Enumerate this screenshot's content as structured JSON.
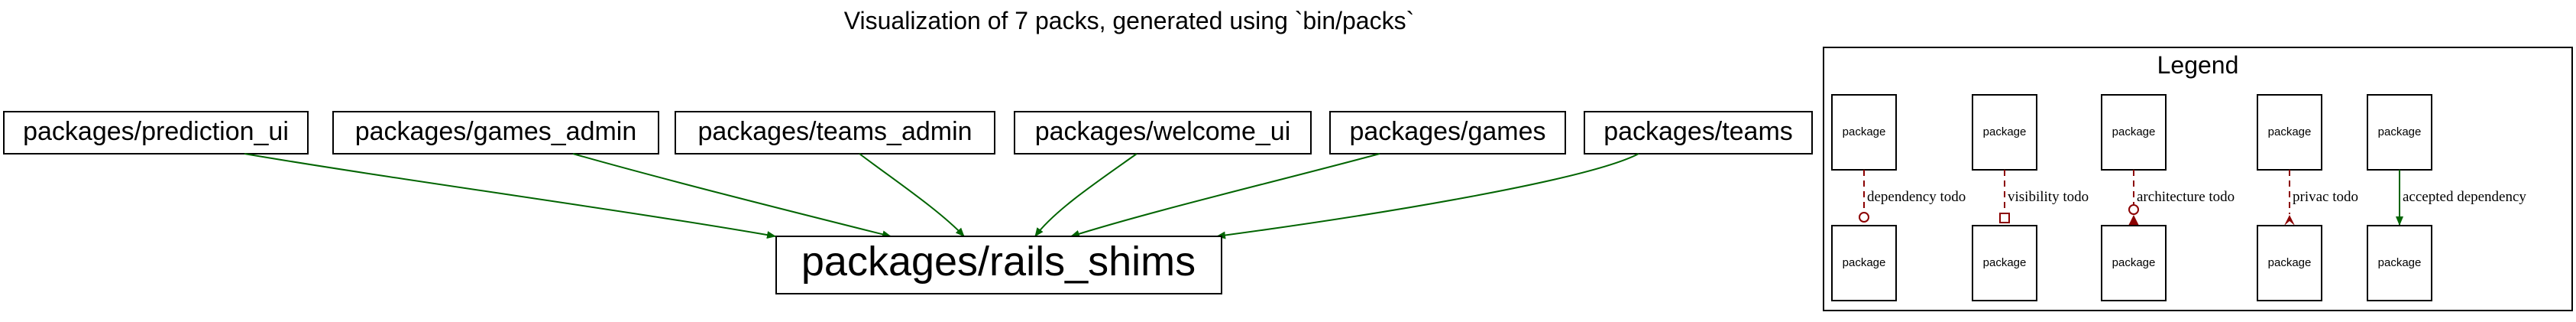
{
  "title": "Visualization of 7 packs, generated using `bin/packs`",
  "top_packages": [
    "packages/prediction_ui",
    "packages/games_admin",
    "packages/teams_admin",
    "packages/welcome_ui",
    "packages/games",
    "packages/teams"
  ],
  "target_package": "packages/rails_shims",
  "legend": {
    "title": "Legend",
    "node_label": "package",
    "edges": [
      {
        "label": "dependency todo",
        "style": "dashed",
        "head": "odot",
        "color": "#8b0000"
      },
      {
        "label": "visibility todo",
        "style": "dashed",
        "head": "obox",
        "color": "#8b0000"
      },
      {
        "label": "architecture todo",
        "style": "dashed",
        "head": "dot-inv",
        "color": "#8b0000"
      },
      {
        "label": "privac todo",
        "style": "dashed",
        "head": "crow",
        "color": "#8b0000"
      },
      {
        "label": "accepted dependency",
        "style": "solid",
        "head": "normal",
        "color": "#006400"
      }
    ]
  },
  "colors": {
    "dependency_edge": "#006400",
    "todo_edge": "#8b0000",
    "node_border": "#000000"
  }
}
